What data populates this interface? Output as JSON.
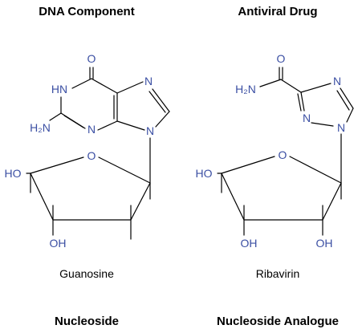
{
  "headings": {
    "left_top": "DNA Component",
    "right_top": "Antiviral Drug",
    "left_bottom": "Nucleoside",
    "right_bottom": "Nucleoside Analogue"
  },
  "molecules": {
    "left": {
      "name": "Guanosine",
      "atoms": {
        "carbonyl_o": "O",
        "hn": "HN",
        "n7": "N",
        "n3": "N",
        "n9": "N",
        "amine": "H₂N",
        "ring_o": "O",
        "ho": "HO",
        "oh": "OH"
      }
    },
    "right": {
      "name": "Ribavirin",
      "atoms": {
        "carbonyl_o": "O",
        "amide": "H₂N",
        "n_top": "N",
        "n_left": "N",
        "n_bottom": "N",
        "ring_o": "O",
        "ho": "HO",
        "oh_left": "OH",
        "oh_right": "OH"
      }
    }
  },
  "colors": {
    "heteroatom": "#3b4fa3",
    "bond": "#000000",
    "text": "#000000"
  }
}
